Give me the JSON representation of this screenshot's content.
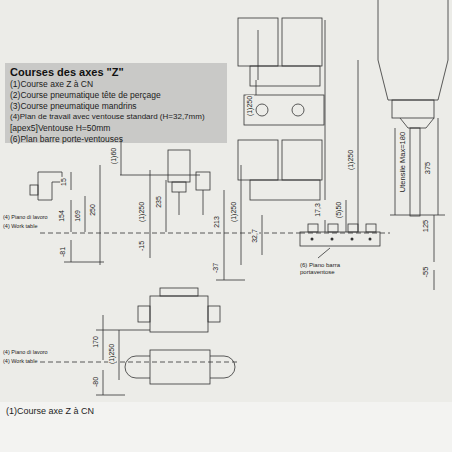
{
  "diagram": {
    "title": "Courses des axes \"Z\"",
    "labels": [
      "(1)Course axe Z à CN",
      "(2)Course pneumatique tête de perçage",
      "(3)Course pneumatique mandrins",
      "(4)Plan de travail avec ventouse standard (H=32,7mm)",
      "[apex5]Ventouse H=50mm",
      "(6)Plan barre porte-ventouses",
      "15",
      "154",
      "169",
      "250",
      "-81",
      "(4) Piano di lavoro",
      "(4) Work table",
      "(1)60",
      "(1)250",
      "235",
      "-15",
      "213",
      "(1)250",
      "-37",
      "32,7",
      "17,3",
      "(5)50",
      "(1)250",
      "(1)250",
      "Utensile Max=180",
      "375",
      "125",
      "-55",
      "(6) Piano barra portaventose",
      "170",
      "(1)250",
      "-80",
      "(4) Piano di lavoro",
      "(4) Work table",
      "(1)Course axe Z à CN"
    ]
  }
}
